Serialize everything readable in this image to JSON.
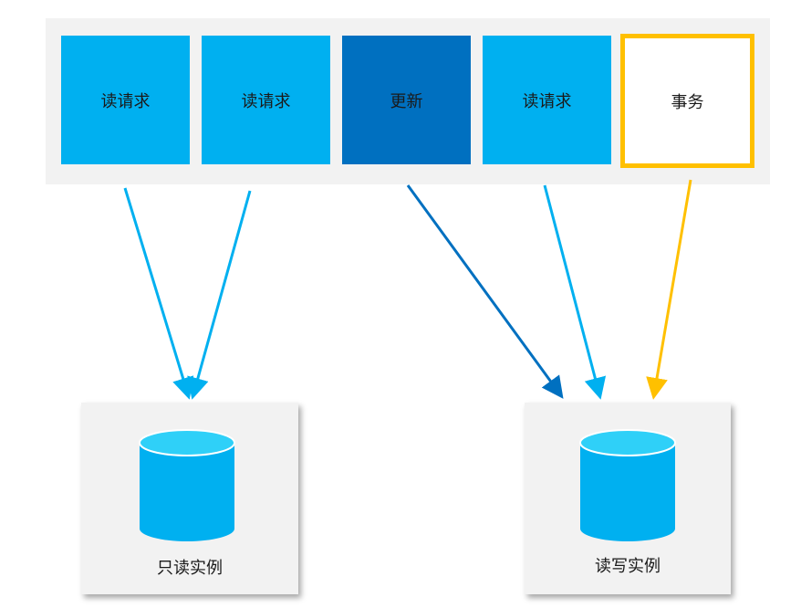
{
  "requests": [
    {
      "label": "读请求",
      "kind": "read"
    },
    {
      "label": "读请求",
      "kind": "read"
    },
    {
      "label": "更新",
      "kind": "update"
    },
    {
      "label": "读请求",
      "kind": "read"
    },
    {
      "label": "事务",
      "kind": "transaction"
    }
  ],
  "instances": {
    "readonly": {
      "label": "只读实例",
      "icon": "database-icon"
    },
    "readwrite": {
      "label": "读写实例",
      "icon": "database-icon"
    }
  },
  "colors": {
    "read": "#00b0f0",
    "update": "#0070c0",
    "transaction": "#ffc000",
    "panel": "#f2f2f2",
    "db_body": "#00b0f0",
    "db_top": "#2fd0f8"
  }
}
